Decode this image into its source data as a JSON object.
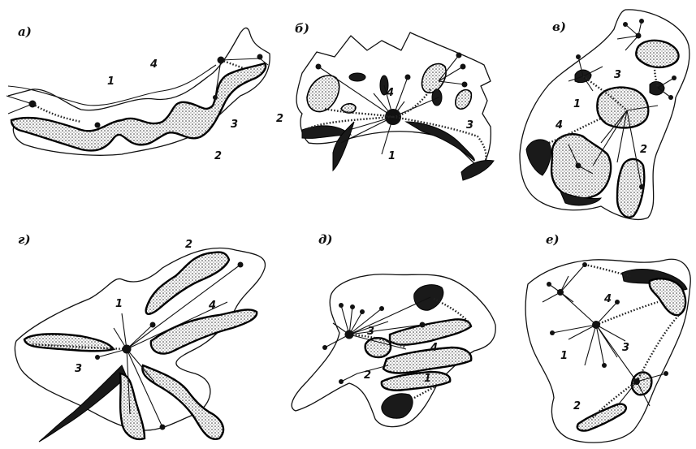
{
  "panels": [
    {
      "label": "а)",
      "markers": [
        "1",
        "4",
        "3",
        "2"
      ]
    },
    {
      "label": "б)",
      "markers": [
        "2",
        "4",
        "3",
        "1"
      ]
    },
    {
      "label": "в)",
      "markers": [
        "3",
        "1",
        "4",
        "2"
      ]
    },
    {
      "label": "г)",
      "markers": [
        "2",
        "1",
        "4",
        "3"
      ]
    },
    {
      "label": "д)",
      "markers": [
        "3",
        "4",
        "2",
        "1"
      ]
    },
    {
      "label": "е)",
      "markers": [
        "4",
        "1",
        "3",
        "2"
      ]
    }
  ]
}
